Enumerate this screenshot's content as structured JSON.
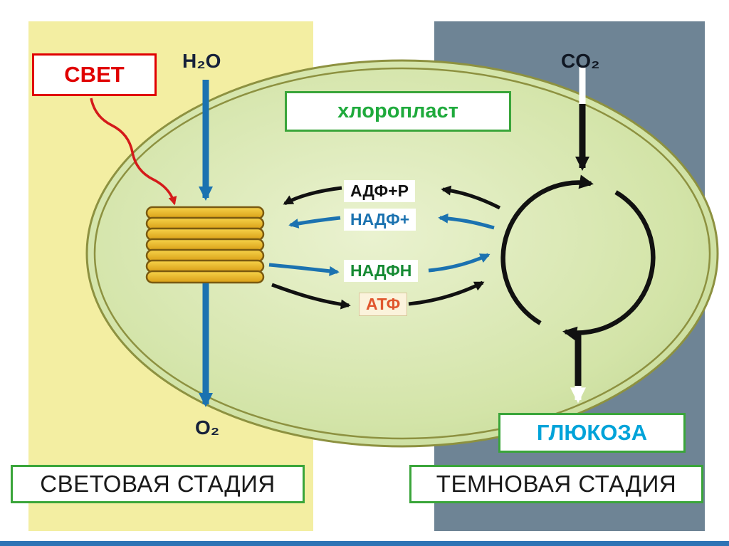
{
  "labels": {
    "light": "СВЕТ",
    "chloroplast": "хлоропласт",
    "h2o": "H₂O",
    "co2": "CO₂",
    "o2": "O₂",
    "adp": "АДФ+Р",
    "nadp_plus": "НАДФ+",
    "nadph": "НАДФН",
    "atp": "АТФ",
    "glucose": "ГЛЮКОЗА",
    "light_stage": "СВЕТОВАЯ СТАДИЯ",
    "dark_stage": "ТЕМНОВАЯ СТАДИЯ"
  },
  "colors": {
    "light_panel": "#f3eea2",
    "dark_panel": "#6e8495",
    "chloroplast_fill": "#cfe2a4",
    "chloroplast_border": "#8d9140",
    "green_border": "#3aa53a",
    "red_accent": "#e00000",
    "blue_arrow": "#1b72b0",
    "glucose_text": "#00a3d9",
    "nadph_text": "#168a33",
    "atp_text": "#e0562e",
    "thylakoid_gold": "#eebe2e",
    "footer_line": "#2e74b5"
  }
}
